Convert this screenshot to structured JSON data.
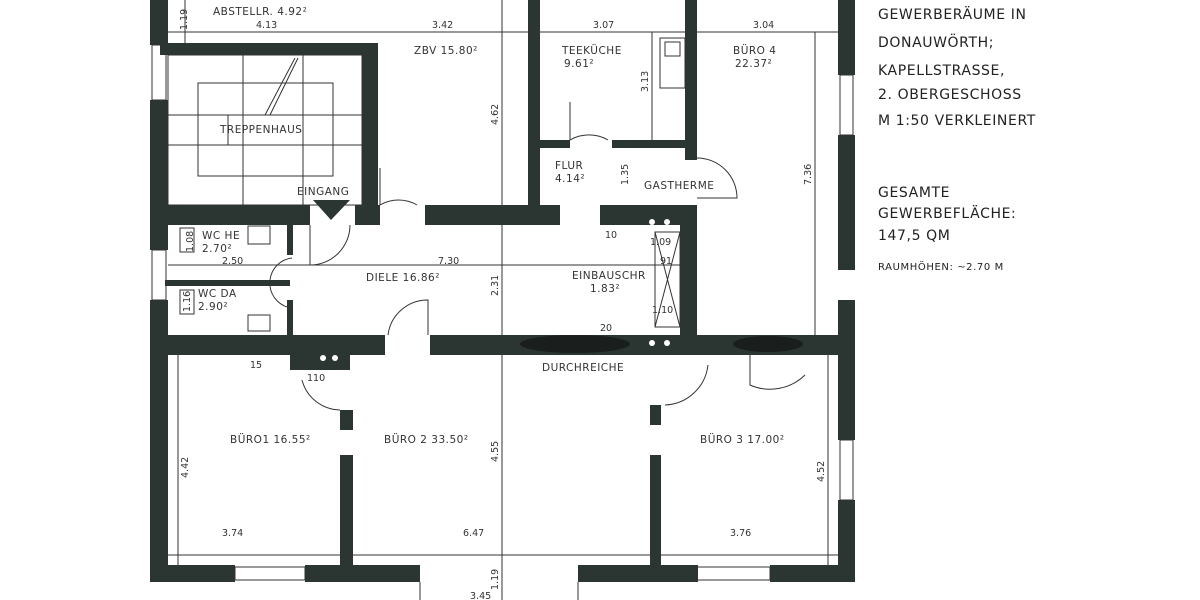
{
  "legend": {
    "lines": [
      "GEWERBERÄUME IN",
      "DONAUWÖRTH;",
      "KAPELLSTRASSE,",
      "2. OBERGESCHOSS",
      "M 1:50 VERKLEINERT"
    ],
    "total_lines": [
      "GESAMTE",
      "GEWERBEFLÄCHE:",
      "147,5 QM"
    ],
    "room_height": "RAUMHÖHEN: ~2.70 M"
  },
  "rooms": {
    "abstellr": "ABSTELLR.  4.92²",
    "zbv": "ZBV  15.80²",
    "teekueche_name": "TEEKÜCHE",
    "teekueche_area": "9.61²",
    "buero4_name": "BÜRO 4",
    "buero4_area": "22.37²",
    "treppenhaus": "TREPPENHAUS",
    "eingang": "EINGANG",
    "flur_name": "FLUR",
    "flur_area": "4.14²",
    "gastherme": "GASTHERME",
    "wc_he_name": "WC HE",
    "wc_he_area": "2.70²",
    "wc_da_name": "WC  DA",
    "wc_da_area": "2.90²",
    "diele": "DIELE  16.86²",
    "einbauschr_name": "EINBAUSCHR",
    "einbauschr_area": "1.83²",
    "durchreiche": "DURCHREICHE",
    "buero1": "BÜRO1  16.55²",
    "buero2": "BÜRO 2  33.50²",
    "buero3": "BÜRO 3  17.00²"
  },
  "dimensions": {
    "d119_top": "1.19",
    "d413": "4.13",
    "d342": "3.42",
    "d307": "3.07",
    "d304": "3.04",
    "d462": "4.62",
    "d313": "3.13",
    "d135": "1.35",
    "d736": "7.36",
    "d108": "1.08",
    "d250": "2.50",
    "d730": "7.30",
    "d116": "1.16",
    "d231": "2.31",
    "d10": "10",
    "d109": "1.09",
    "d91": "91",
    "d110_r": "1.10",
    "d20": "20",
    "d15": "15",
    "d110_l": "110",
    "d442": "4.42",
    "d455": "4.55",
    "d452": "4.52",
    "d374": "3.74",
    "d647": "6.47",
    "d376": "3.76",
    "d119_bot": "1.19",
    "d345": "3.45"
  },
  "colors": {
    "wall": "#2b3532",
    "line": "#333333"
  }
}
